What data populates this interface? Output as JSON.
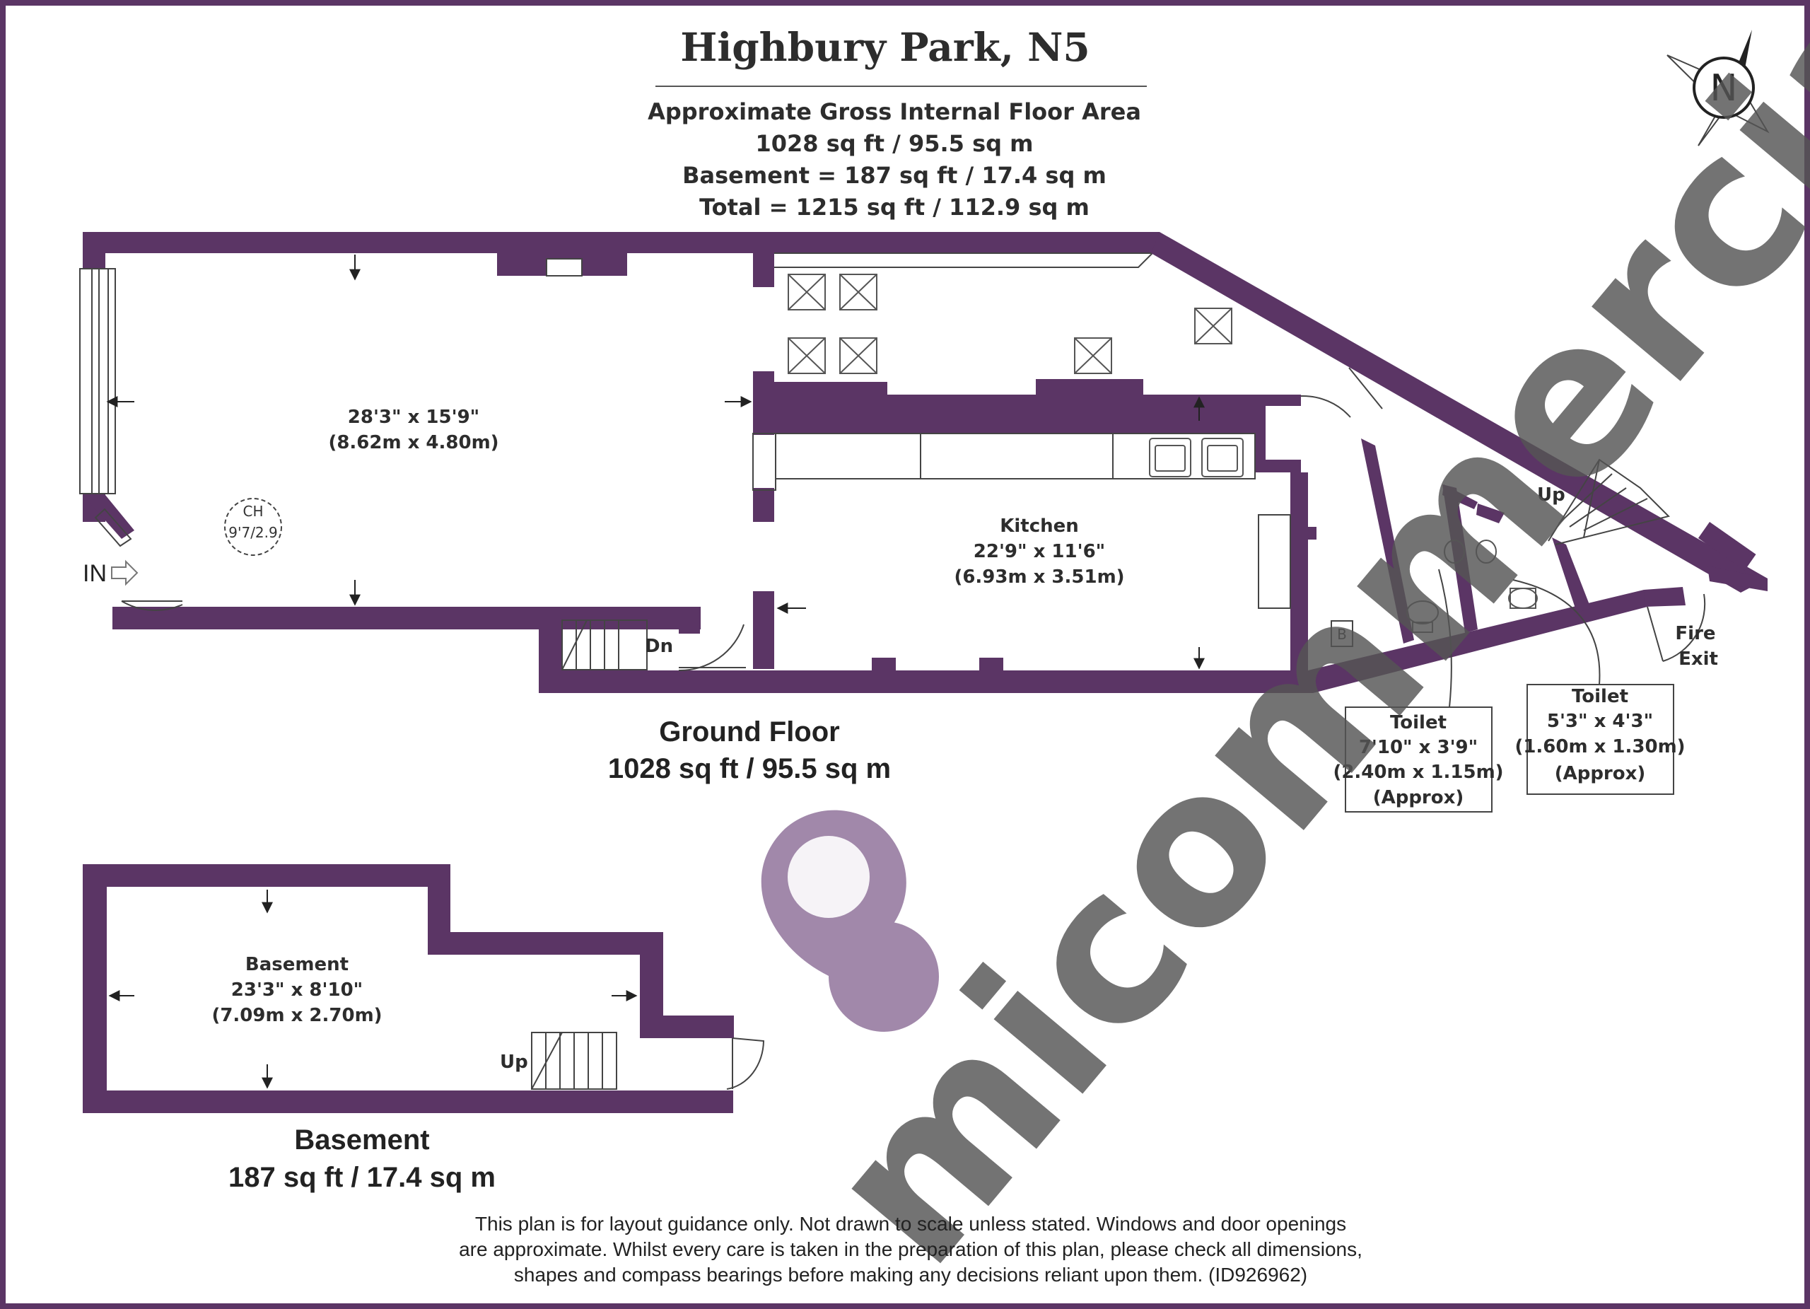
{
  "title": "Highbury Park, N5",
  "area_summary": {
    "line1": "Approximate Gross Internal Floor Area",
    "line2": "1028 sq ft / 95.5 sq m",
    "line3": "Basement = 187 sq ft / 17.4 sq m",
    "line4": "Total = 1215 sq ft / 112.9 sq m"
  },
  "compass": {
    "label": "N"
  },
  "ground_floor": {
    "label": "Ground Floor",
    "area": "1028 sq ft / 95.5 sq m",
    "main_room": {
      "dims": "28'3\" x 15'9\"",
      "metric": "(8.62m x 4.80m)"
    },
    "ceiling_height": {
      "label": "CH",
      "value": "9'7/2.9"
    },
    "entrance": "IN",
    "stairs_down": "Dn",
    "kitchen": {
      "name": "Kitchen",
      "dims": "22'9\" x 11'6\"",
      "metric": "(6.93m x 3.51m)"
    },
    "boiler": "B",
    "stairs_up": "Up",
    "fire_exit": {
      "line1": "Fire",
      "line2": "Exit"
    },
    "toilet_1": {
      "name": "Toilet",
      "dims": "7'10\" x 3'9\"",
      "metric": "(2.40m x 1.15m)",
      "note": "(Approx)"
    },
    "toilet_2": {
      "name": "Toilet",
      "dims": "5'3\" x 4'3\"",
      "metric": "(1.60m x 1.30m)",
      "note": "(Approx)"
    }
  },
  "basement": {
    "label": "Basement",
    "area": "187 sq ft / 17.4 sq m",
    "room": {
      "name": "Basement",
      "dims": "23'3\" x 8'10\"",
      "metric": "(7.09m x 2.70m)"
    },
    "stairs_up": "Up"
  },
  "disclaimer": {
    "line1": "This plan is for layout guidance only. Not drawn to scale unless stated. Windows and door openings",
    "line2": "are approximate. Whilst every care is taken in the preparation of this plan, please check all dimensions,",
    "line3": "shapes and compass bearings before making any decisions reliant upon them. (ID926962)"
  },
  "watermark": {
    "text": "micommercial"
  },
  "colors": {
    "wall": "#5b3565",
    "frame": "#5b3565",
    "watermark_pin": "#8a6a95"
  }
}
